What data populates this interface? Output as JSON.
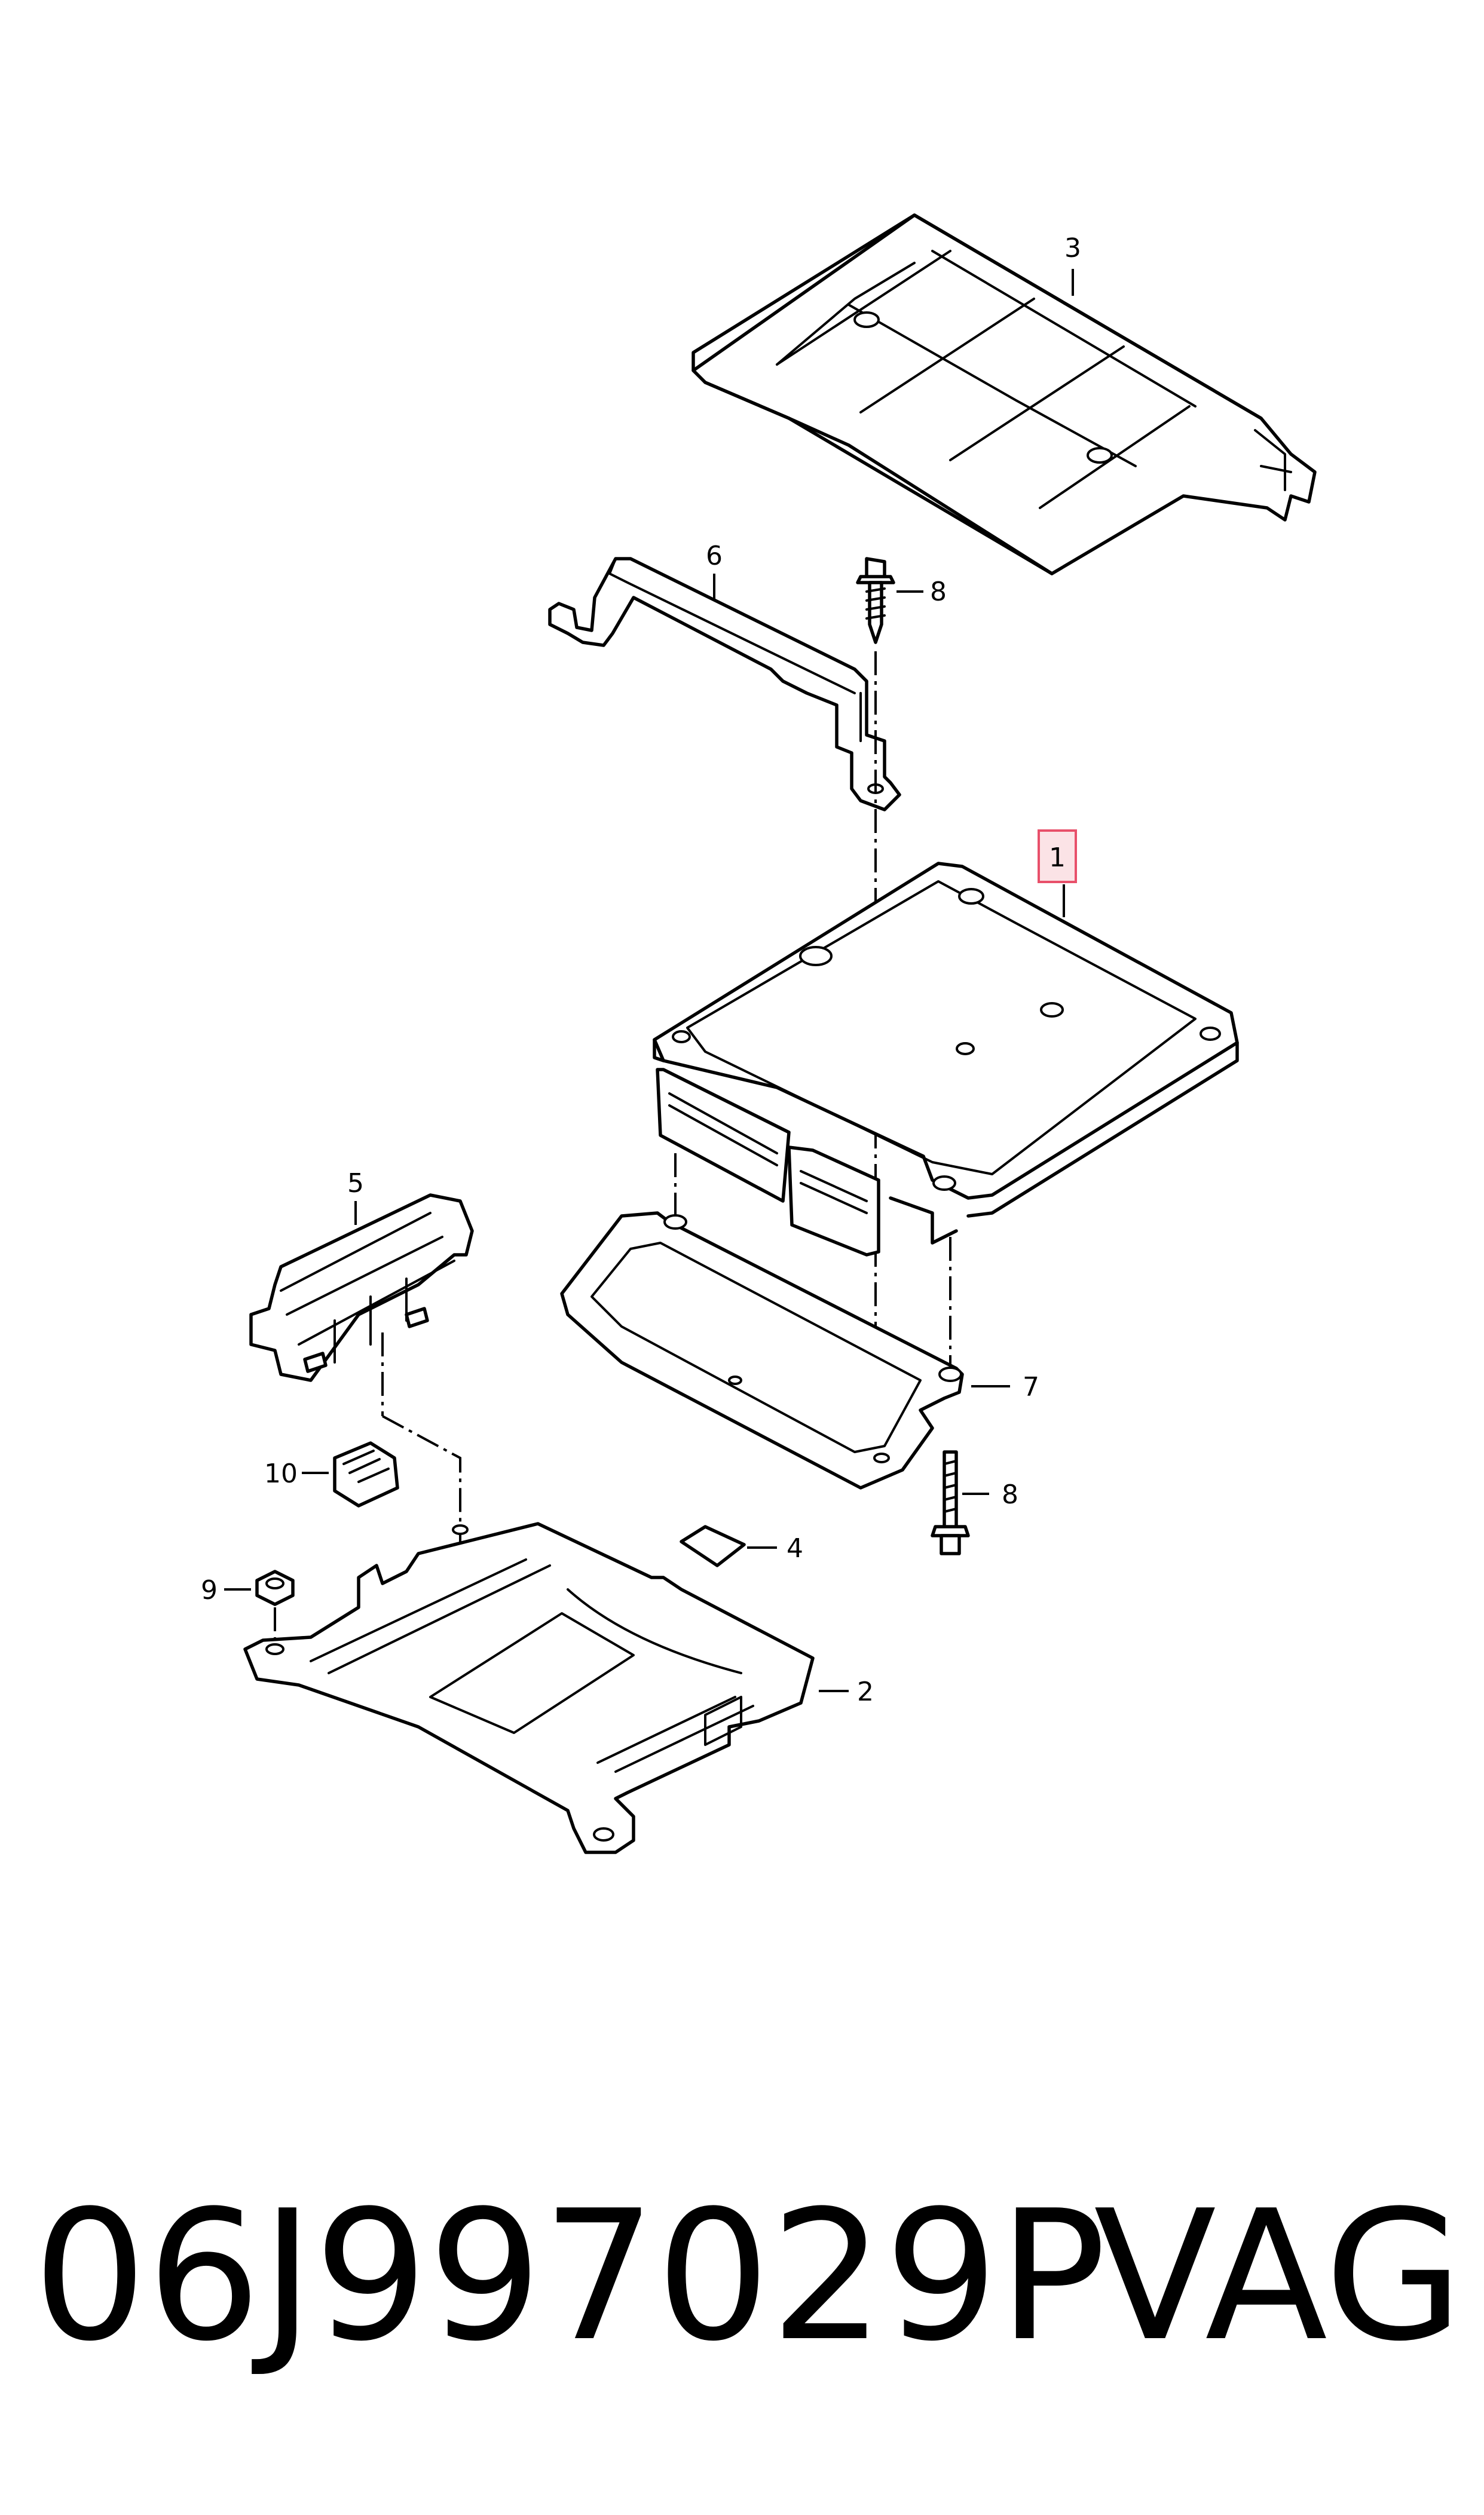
{
  "diagram": {
    "callouts": [
      {
        "id": "c1",
        "label": "1",
        "highlighted": true
      },
      {
        "id": "c2",
        "label": "2"
      },
      {
        "id": "c3",
        "label": "3"
      },
      {
        "id": "c4",
        "label": "4"
      },
      {
        "id": "c5",
        "label": "5"
      },
      {
        "id": "c6",
        "label": "6"
      },
      {
        "id": "c7",
        "label": "7"
      },
      {
        "id": "c8a",
        "label": "8"
      },
      {
        "id": "c8b",
        "label": "8"
      },
      {
        "id": "c9",
        "label": "9"
      },
      {
        "id": "c10",
        "label": "10"
      }
    ],
    "highlight_color": "#e8506a"
  },
  "footer": {
    "part_number": "06J997029P",
    "brand": "VAG"
  }
}
